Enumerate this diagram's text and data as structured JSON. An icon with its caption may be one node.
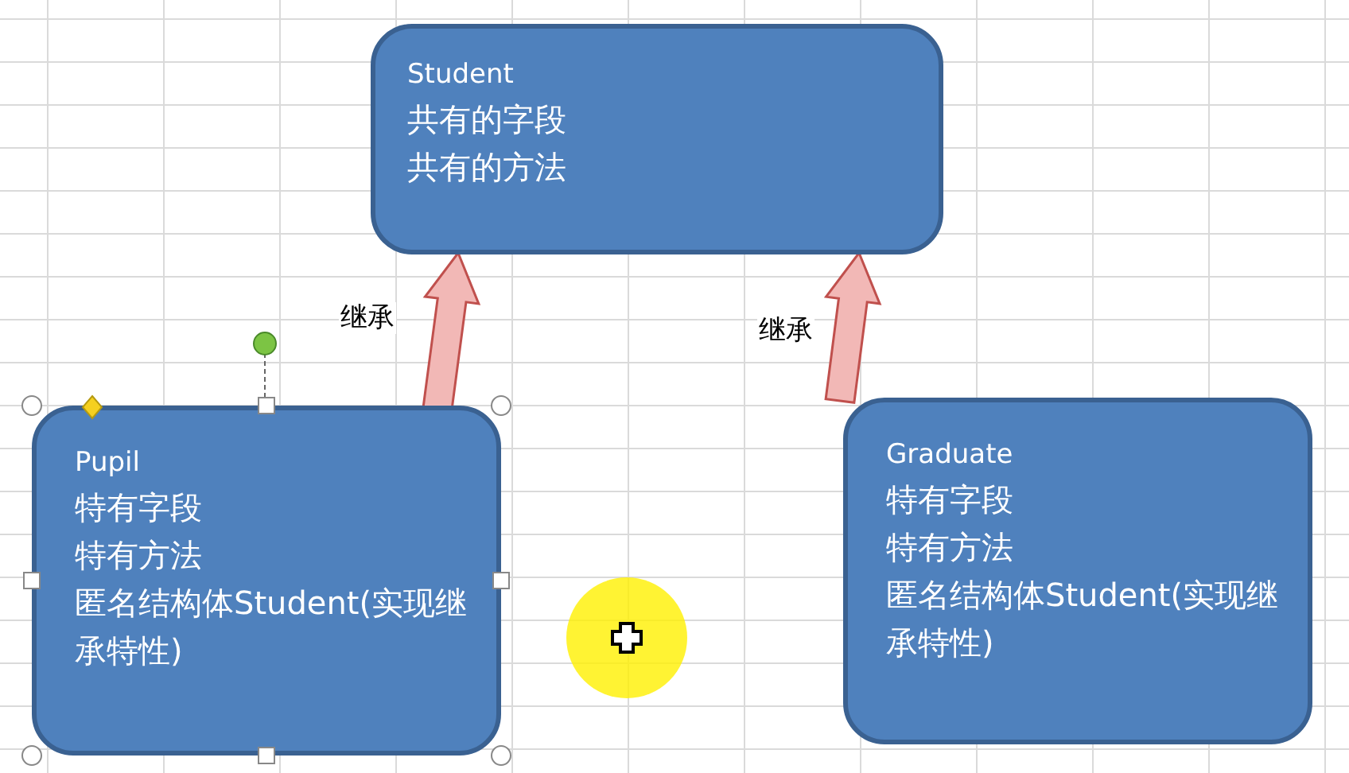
{
  "diagram": {
    "nodes": [
      {
        "text": [
          "Student",
          "共有的字段",
          "共有的方法"
        ]
      },
      {
        "text": [
          "Pupil",
          "特有字段",
          "特有方法",
          "匿名结构体Student(实现继承特性)"
        ]
      },
      {
        "text": [
          "Graduate",
          "特有字段",
          "特有方法",
          "匿名结构体Student(实现继承特性)"
        ]
      }
    ],
    "edges": [
      {
        "from": 1,
        "to": 0,
        "arrow": "to",
        "label": "继承",
        "style": "thick"
      },
      {
        "from": 2,
        "to": 0,
        "arrow": "to",
        "label": "继承",
        "style": "thick"
      }
    ]
  }
}
